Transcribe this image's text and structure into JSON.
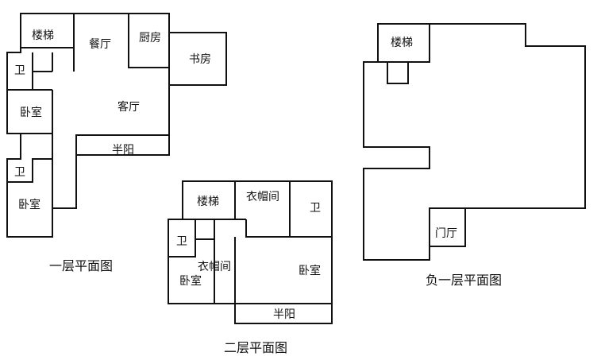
{
  "floor1": {
    "caption": "一层平面图",
    "rooms": {
      "stairs": "楼梯",
      "dining": "餐厅",
      "kitchen": "厨房",
      "study": "书房",
      "bath_upper": "卫",
      "living": "客厅",
      "bedroom_upper": "卧室",
      "balcony": "半阳",
      "bath_lower": "卫",
      "bedroom_lower": "卧室"
    }
  },
  "floor2": {
    "caption": "二层平面图",
    "rooms": {
      "stairs": "楼梯",
      "closet_top": "衣帽间",
      "bath_right": "卫",
      "bath_left": "卫",
      "closet_mid": "衣帽间",
      "bedroom_left": "卧室",
      "bedroom_right": "卧室",
      "balcony": "半阳"
    }
  },
  "basement": {
    "caption": "负一层平面图",
    "rooms": {
      "stairs": "楼梯",
      "foyer": "门厅"
    }
  }
}
